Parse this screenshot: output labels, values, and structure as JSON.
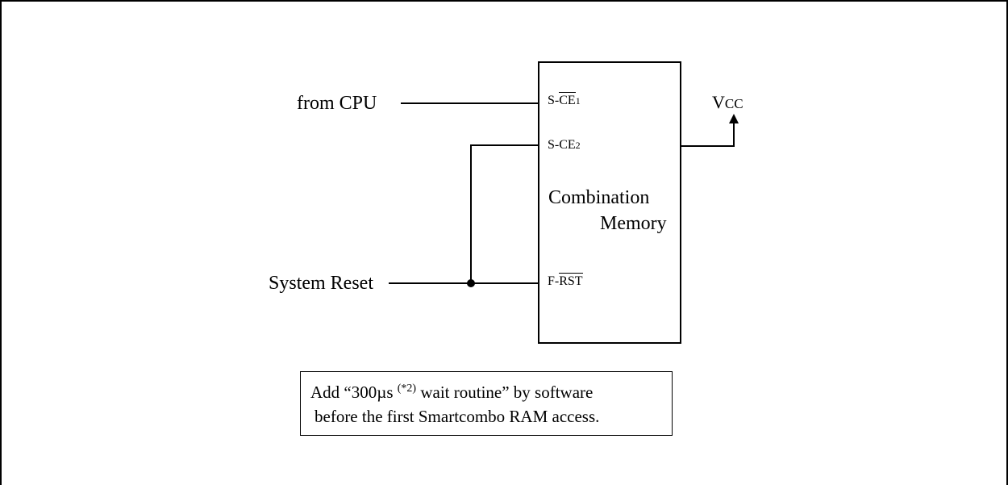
{
  "inputs": {
    "cpu_label": "from CPU",
    "reset_label": "System Reset"
  },
  "pins": {
    "s_ce1": {
      "prefix": "S-",
      "overbar": "CE",
      "subscript": "1"
    },
    "s_ce2": {
      "prefix": "S-CE",
      "subscript": "2"
    },
    "f_rst": {
      "prefix": "F-",
      "overbar": "RST"
    }
  },
  "chip": {
    "line1": "Combination",
    "line2": "Memory"
  },
  "power": {
    "main": "V",
    "sub": "CC"
  },
  "note": {
    "line1_pre": "Add “300µs ",
    "line1_sup": "(*2)",
    "line1_post": " wait routine” by software",
    "line2": "before the first  Smartcombo RAM access."
  }
}
